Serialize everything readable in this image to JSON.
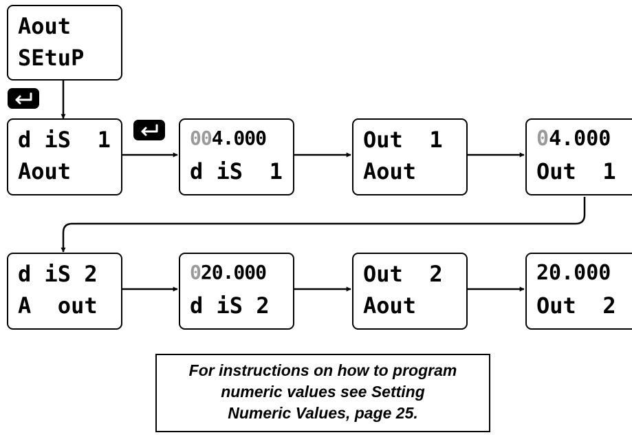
{
  "screens": {
    "aout_setup": {
      "top": "Aout",
      "bottom": "SEtuP"
    },
    "dis1_aout": {
      "top": "d iS  1",
      "bottom": "Aout"
    },
    "dis1_value": {
      "top_dim": "00",
      "top": "4.000",
      "bottom": "d iS  1"
    },
    "out1_aout": {
      "top": "Out  1",
      "bottom": "Aout"
    },
    "out1_value": {
      "top_dim": "0",
      "top": "4.000",
      "bottom": "Out  1"
    },
    "dis2_aout": {
      "top": "d iS 2",
      "bottom": "A  out"
    },
    "dis2_value": {
      "top_dim": "0",
      "top": "20.000",
      "bottom": "d iS 2"
    },
    "out2_aout": {
      "top": "Out  2",
      "bottom": "Aout"
    },
    "out2_value": {
      "top": "20.000",
      "bottom": "Out  2"
    }
  },
  "enter_button_icon": "enter-return-icon",
  "note": {
    "line1": "For instructions on how to program",
    "line2": "numeric values see Setting",
    "line3": "Numeric Values, page 25."
  }
}
